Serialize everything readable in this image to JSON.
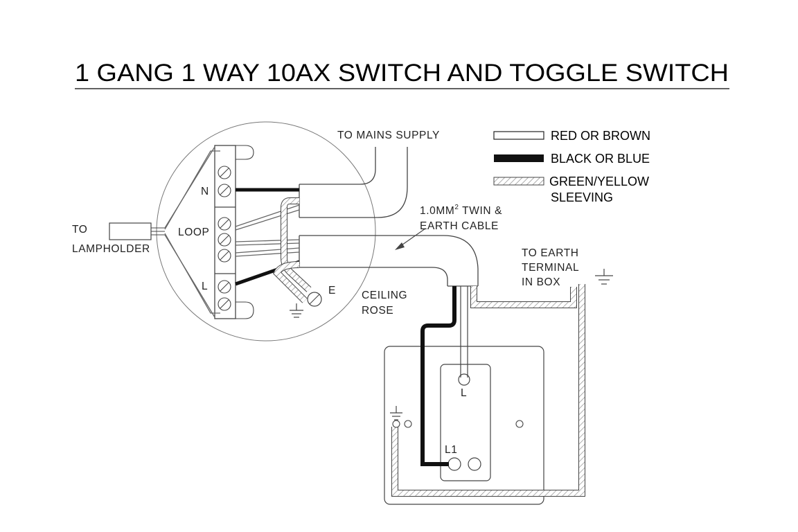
{
  "title": "1 GANG 1 WAY 10AX SWITCH AND TOGGLE SWITCH",
  "labels": {
    "to_mains_supply": "TO MAINS SUPPLY",
    "to": "TO",
    "lampholder": "LAMPHOLDER",
    "neutral": "N",
    "loop": "LOOP",
    "live": "L",
    "earth": "E",
    "cable_size_prefix": "1.0MM",
    "cable_size_sup": "2",
    "cable_size_suffix": " TWIN &",
    "earth_cable": "EARTH CABLE",
    "ceiling": "CEILING",
    "rose": "ROSE",
    "to_earth": "TO EARTH",
    "terminal": "TERMINAL",
    "in_box": "IN BOX",
    "switch_l": "L",
    "switch_l1": "L1"
  },
  "legend": [
    {
      "label": "RED OR BROWN",
      "style": "white"
    },
    {
      "label": "BLACK OR BLUE",
      "style": "black"
    },
    {
      "label": "GREEN/YELLOW",
      "style": "hatched"
    },
    {
      "label": "SLEEVING",
      "style": "none"
    }
  ],
  "colors": {
    "line": "#444444",
    "black_wire": "#111111",
    "hatch": "#8a8a8a",
    "background": "#ffffff"
  }
}
